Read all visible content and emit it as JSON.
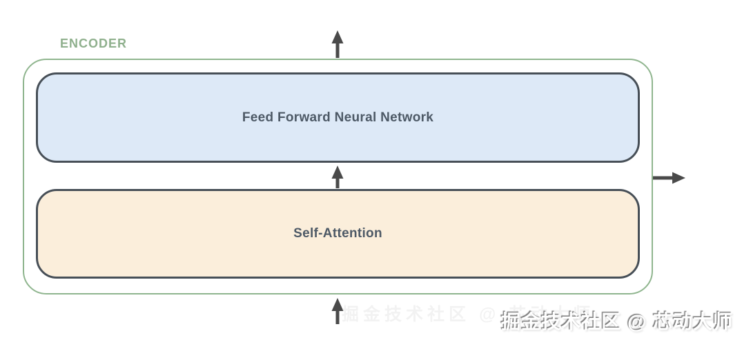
{
  "diagram": {
    "encoder_label": "ENCODER",
    "blocks": [
      {
        "id": "feed-forward",
        "label": "Feed Forward Neural Network",
        "fill": "#dde9f7"
      },
      {
        "id": "self-attention",
        "label": "Self-Attention",
        "fill": "#fbeedb"
      }
    ],
    "arrows": [
      {
        "id": "output-arrow-top",
        "direction": "up",
        "from": "encoder-box-top",
        "to": "outside-top"
      },
      {
        "id": "inter-block-arrow",
        "direction": "up",
        "from": "self-attention-block",
        "to": "feed-forward-block"
      },
      {
        "id": "input-arrow-bottom",
        "direction": "up",
        "from": "outside-bottom",
        "to": "encoder-box-bottom"
      },
      {
        "id": "output-arrow-right",
        "direction": "right",
        "from": "encoder-box-right",
        "to": "outside-right"
      }
    ]
  },
  "watermark": {
    "text": "掘金技术社区 @ 芯动大师"
  },
  "colors": {
    "background": "#ffffff",
    "encoder-border": "#8fb58e",
    "encoder-label": "#8fb08d",
    "block-border": "#474f57",
    "block-text": "#4d5966",
    "ffnn-fill": "#dde9f7",
    "attention-fill": "#fbeedb",
    "arrow": "#4a4a4a"
  }
}
